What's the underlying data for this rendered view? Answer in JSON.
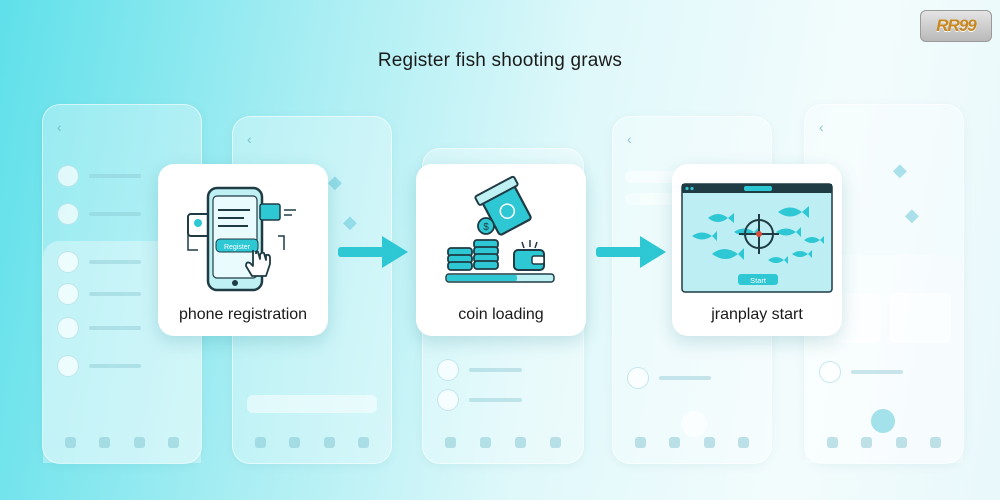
{
  "title": "Register fish shooting graws",
  "logo": {
    "text": "RR99"
  },
  "steps": [
    {
      "caption": "phone registration",
      "button_label": "Register"
    },
    {
      "caption": "coin loading"
    },
    {
      "caption": "jranplay start",
      "button_label": "Start"
    }
  ],
  "colors": {
    "accent": "#2ec7d4",
    "dark": "#1f3b44",
    "card": "#ffffff"
  },
  "icons": [
    "phone-icon",
    "hand-pointer-icon",
    "coin-stack-icon",
    "wallet-icon",
    "bag-icon",
    "crosshair-icon",
    "fish-icon",
    "arrow-right-icon"
  ]
}
